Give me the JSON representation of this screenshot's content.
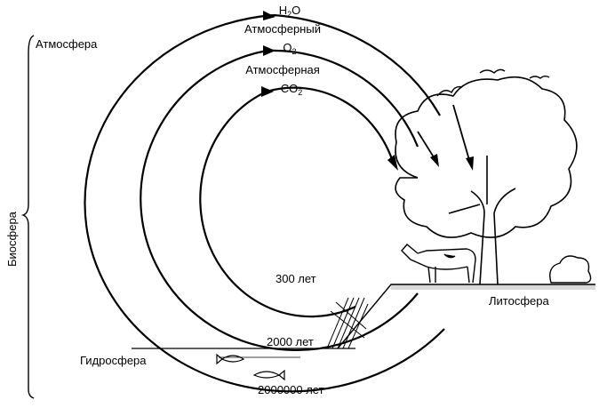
{
  "labels": {
    "atmosphere": "Атмосфера",
    "biosphere": "Биосфера",
    "hydrosphere": "Гидросфера",
    "lithosphere": "Литосфера",
    "atm_oxygen_prefix": "Атмосферный",
    "atm_co2_prefix": "Атмосферная"
  },
  "formulas": {
    "water": {
      "main": "H",
      "sub": "2",
      "tail": "O"
    },
    "oxygen": {
      "main": "O",
      "sub": "2",
      "tail": ""
    },
    "co2": {
      "main": "CO",
      "sub": "2",
      "tail": ""
    }
  },
  "cycle_times": {
    "co2": "300 лет",
    "oxygen": "2000 лет",
    "water": "2000000 лет"
  }
}
